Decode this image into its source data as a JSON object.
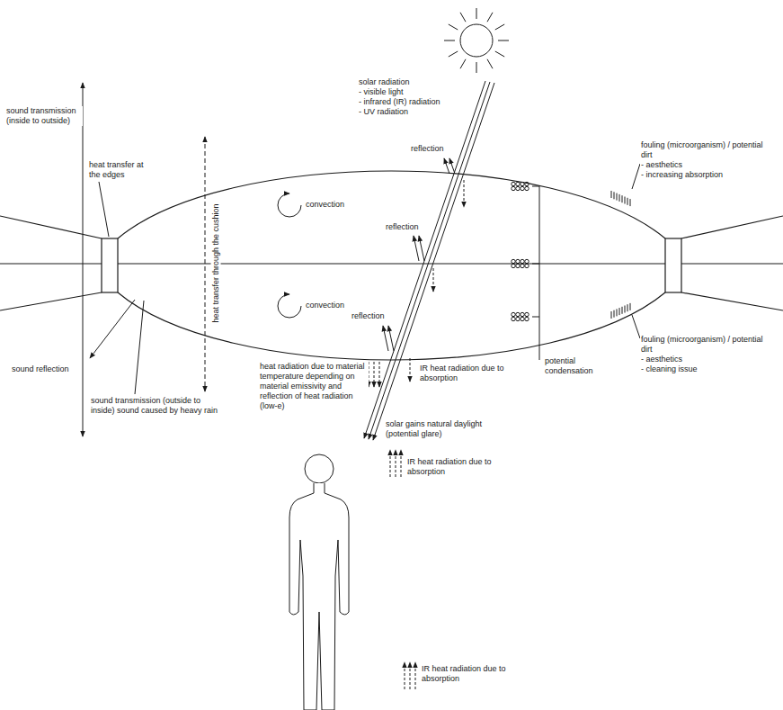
{
  "diagram": {
    "labels": [
      "sound transmission (inside to outside)",
      "heat transfer at the edges",
      "heat transfer through the cushion",
      "convection",
      "convection",
      "solar radiation - visible light - infrared (IR) radiation - UV radiation",
      "reflection",
      "reflection",
      "reflection",
      "fouling (microorganism) / potential dirt - aesthetics - increasing absorption",
      "sound reflection",
      "heat radiation due to material temperature depending on material emissivity and reflection of heat radiation (low-e)",
      "IR heat radiation due to absorption",
      "fouling (microorganism) / potential dirt - aesthetics - cleaning issue",
      "potential condensation",
      "sound transmission (outside to inside) sound caused by heavy rain",
      "solar gains natural daylight (potential glare)",
      "IR heat radiation due to absorption",
      "IR heat radiation due to absorption"
    ]
  }
}
